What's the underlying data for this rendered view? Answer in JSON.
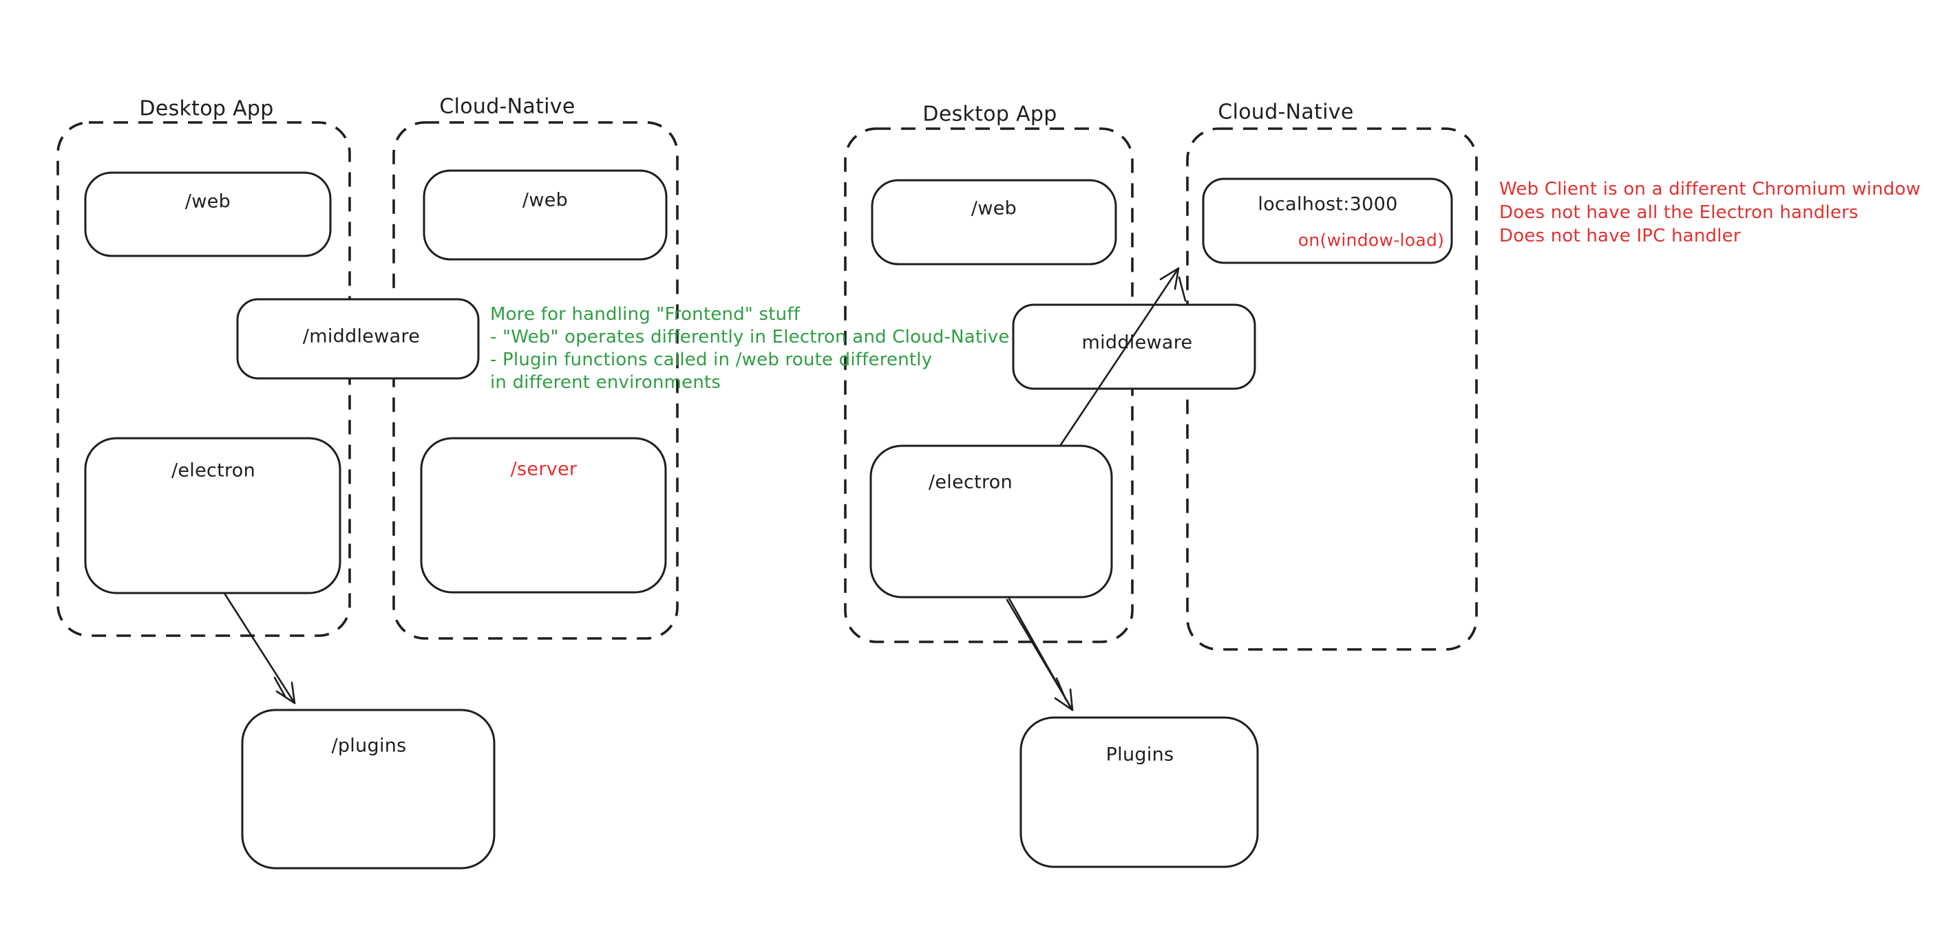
{
  "canvas": {
    "background": "#ffffff"
  },
  "colors": {
    "stroke": "#1e1e1e",
    "red_accent": "#e03131",
    "green_accent": "#2f9e44"
  },
  "left_diagram": {
    "desktop_app": {
      "title": "Desktop App",
      "web_box": "/web",
      "electron_box": "/electron"
    },
    "cloud_native": {
      "title": "Cloud-Native",
      "web_box": "/web",
      "server_box": "/server"
    },
    "middleware_box": "/middleware",
    "plugins_box": "/plugins",
    "green_note_lines": [
      "More for handling \"Frontend\" stuff",
      "- \"Web\" operates differently in Electron and Cloud-Native",
      "- Plugin functions called in /web route differently",
      "in different environments"
    ]
  },
  "right_diagram": {
    "desktop_app": {
      "title": "Desktop App",
      "web_box": "/web",
      "electron_box": "/electron"
    },
    "cloud_native": {
      "title": "Cloud-Native",
      "localhost_box": "localhost:3000",
      "localhost_handler": "on(window-load)"
    },
    "middleware_box": "middleware",
    "plugins_box": "Plugins",
    "red_note_lines": [
      "Web Client is on a different Chromium window",
      "Does not have all the Electron handlers",
      "Does not have IPC handler"
    ]
  }
}
